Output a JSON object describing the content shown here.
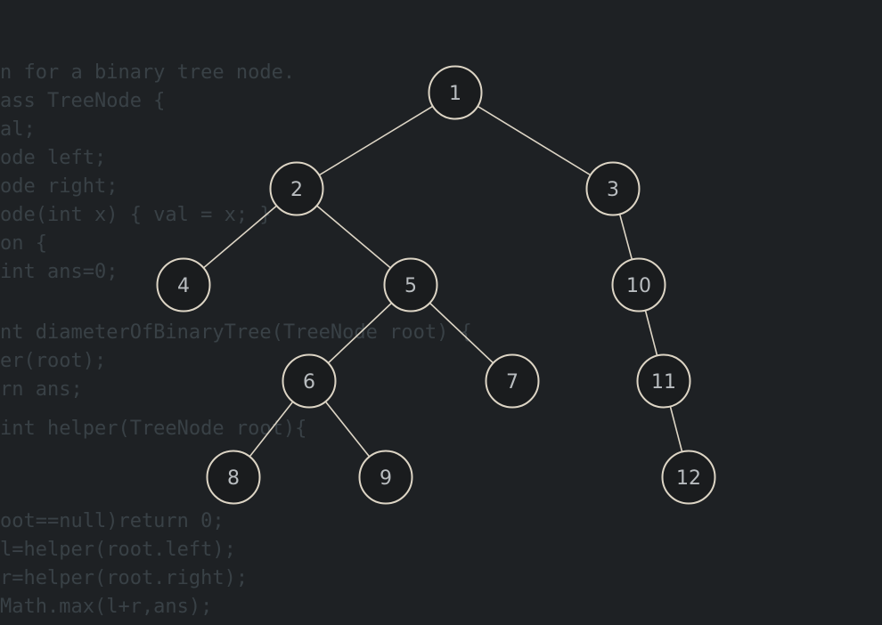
{
  "code_lines": [
    {
      "text": "n for a binary tree node."
    },
    {
      "text": "ass TreeNode {"
    },
    {
      "text": "al;"
    },
    {
      "text": "ode left;"
    },
    {
      "text": "ode right;"
    },
    {
      "text": "ode(int x) { val = x; }"
    },
    {
      "text": ""
    },
    {
      "text": ""
    },
    {
      "text": "on {"
    },
    {
      "text": "int ans=0;"
    },
    {
      "text": "nt diameterOfBinaryTree(TreeNode root) {"
    },
    {
      "text": "er(root);"
    },
    {
      "text": "rn ans;"
    },
    {
      "text": ""
    },
    {
      "text": "int helper(TreeNode root){"
    },
    {
      "text": "oot==null)return 0;"
    },
    {
      "text": ""
    },
    {
      "text": "l=helper(root.left);"
    },
    {
      "text": "r=helper(root.right);"
    },
    {
      "text": "Math.max(l+r,ans);"
    }
  ],
  "tree": {
    "nodes": [
      "1",
      "2",
      "3",
      "4",
      "5",
      "10",
      "6",
      "7",
      "11",
      "8",
      "9",
      "12"
    ],
    "edges": [
      [
        "1",
        "2"
      ],
      [
        "1",
        "3"
      ],
      [
        "2",
        "4"
      ],
      [
        "2",
        "5"
      ],
      [
        "5",
        "6"
      ],
      [
        "5",
        "7"
      ],
      [
        "6",
        "8"
      ],
      [
        "6",
        "9"
      ],
      [
        "3",
        "10"
      ],
      [
        "10",
        "11"
      ],
      [
        "11",
        "12"
      ]
    ]
  },
  "colors": {
    "background": "#1e2124",
    "node_fill": "#1a1c1e",
    "node_stroke": "#ddd5c5",
    "edge": "#ddd5c5",
    "label": "#b9bdc0"
  }
}
